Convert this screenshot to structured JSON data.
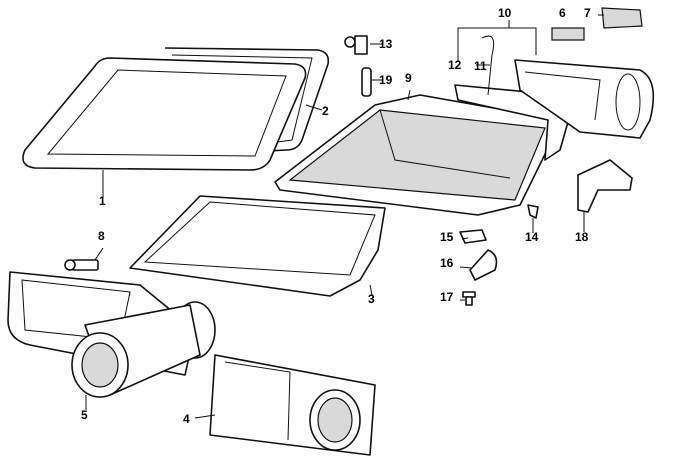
{
  "diagram": {
    "labels": [
      {
        "id": "p1",
        "text": "1"
      },
      {
        "id": "p2",
        "text": "2"
      },
      {
        "id": "p3",
        "text": "3"
      },
      {
        "id": "p4",
        "text": "4"
      },
      {
        "id": "p5",
        "text": "5"
      },
      {
        "id": "p6",
        "text": "6"
      },
      {
        "id": "p7",
        "text": "7"
      },
      {
        "id": "p8",
        "text": "8"
      },
      {
        "id": "p9",
        "text": "9"
      },
      {
        "id": "p10",
        "text": "10"
      },
      {
        "id": "p11",
        "text": "11"
      },
      {
        "id": "p12",
        "text": "12"
      },
      {
        "id": "p13",
        "text": "13"
      },
      {
        "id": "p14",
        "text": "14"
      },
      {
        "id": "p15",
        "text": "15"
      },
      {
        "id": "p16",
        "text": "16"
      },
      {
        "id": "p17",
        "text": "17"
      },
      {
        "id": "p18",
        "text": "18"
      },
      {
        "id": "p19",
        "text": "19"
      }
    ]
  }
}
